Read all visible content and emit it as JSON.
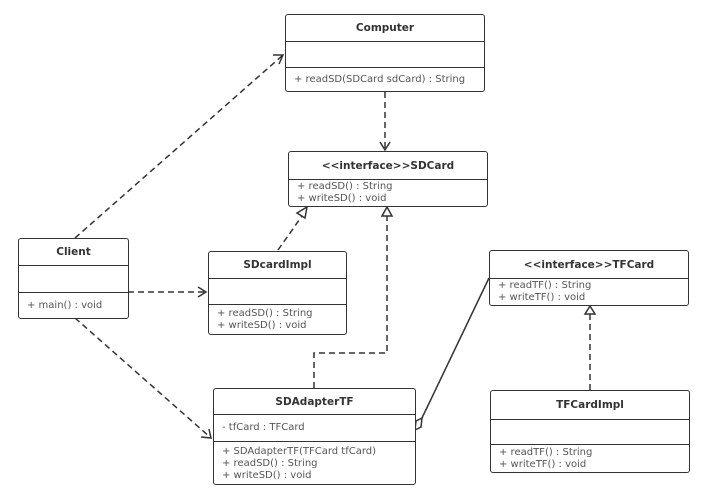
{
  "classes": {
    "computer": {
      "name": "Computer",
      "attributes": [],
      "methods": [
        "+ readSD(SDCard sdCard) : String"
      ]
    },
    "sdcard": {
      "name": "<<interface>>SDCard",
      "methods": [
        "+ readSD() : String",
        "+ writeSD() : void"
      ]
    },
    "client": {
      "name": "Client",
      "attributes": [],
      "methods": [
        "+ main() : void"
      ]
    },
    "sdcardimpl": {
      "name": "SDcardImpl",
      "attributes": [],
      "methods": [
        "+ readSD() : String",
        "+ writeSD() : void"
      ]
    },
    "sdadaptertf": {
      "name": "SDAdapterTF",
      "attributes": [
        "- tfCard : TFCard"
      ],
      "methods": [
        "+ SDAdapterTF(TFCard tfCard)",
        "+ readSD() : String",
        "+ writeSD() : void"
      ]
    },
    "tfcard": {
      "name": "<<interface>>TFCard",
      "methods": [
        "+ readTF() : String",
        "+ writeTF() : void"
      ]
    },
    "tfcardimpl": {
      "name": "TFCardImpl",
      "attributes": [],
      "methods": [
        "+ readTF() : String",
        "+ writeTF() : void"
      ]
    }
  },
  "relationships": [
    {
      "from": "Client",
      "to": "Computer",
      "type": "dependency"
    },
    {
      "from": "Client",
      "to": "SDcardImpl",
      "type": "dependency"
    },
    {
      "from": "Client",
      "to": "SDAdapterTF",
      "type": "dependency"
    },
    {
      "from": "Computer",
      "to": "SDCard",
      "type": "dependency"
    },
    {
      "from": "SDcardImpl",
      "to": "SDCard",
      "type": "realization"
    },
    {
      "from": "SDAdapterTF",
      "to": "SDCard",
      "type": "realization"
    },
    {
      "from": "SDAdapterTF",
      "to": "TFCard",
      "type": "aggregation"
    },
    {
      "from": "TFCardImpl",
      "to": "TFCard",
      "type": "realization"
    }
  ],
  "colors": {
    "line": "#333333",
    "text": "#333333"
  }
}
